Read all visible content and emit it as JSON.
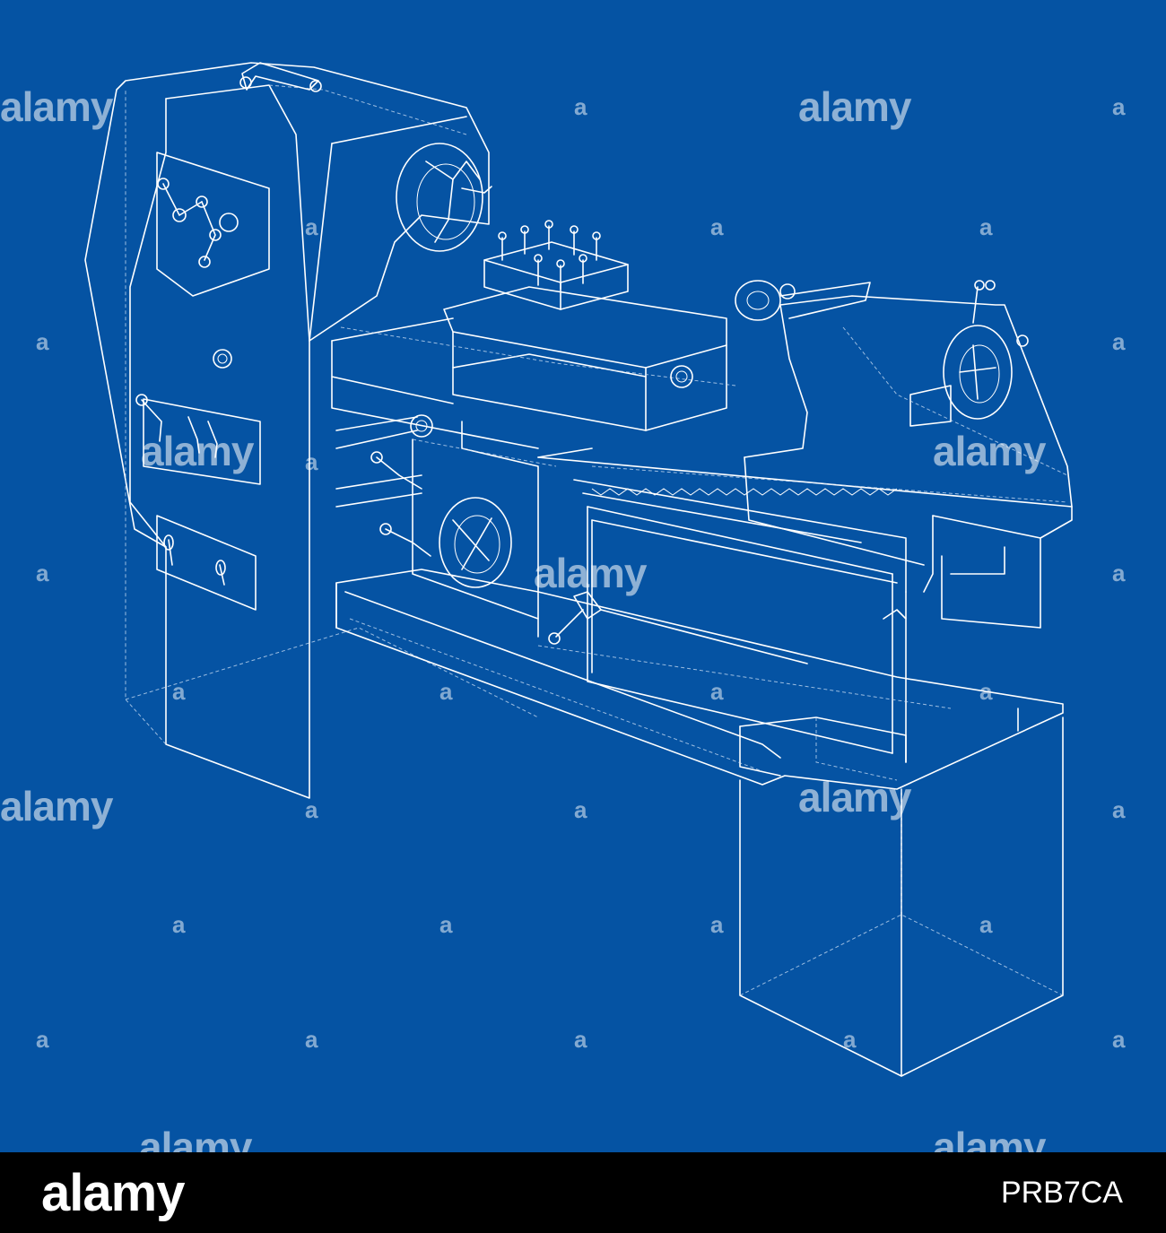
{
  "watermark": {
    "word": "alamy",
    "mark": "a"
  },
  "footer": {
    "logo": "alamy",
    "image_id": "PRB7CA"
  },
  "colors": {
    "background": "#0553a3",
    "line": "#ffffff",
    "footer": "#000000"
  }
}
